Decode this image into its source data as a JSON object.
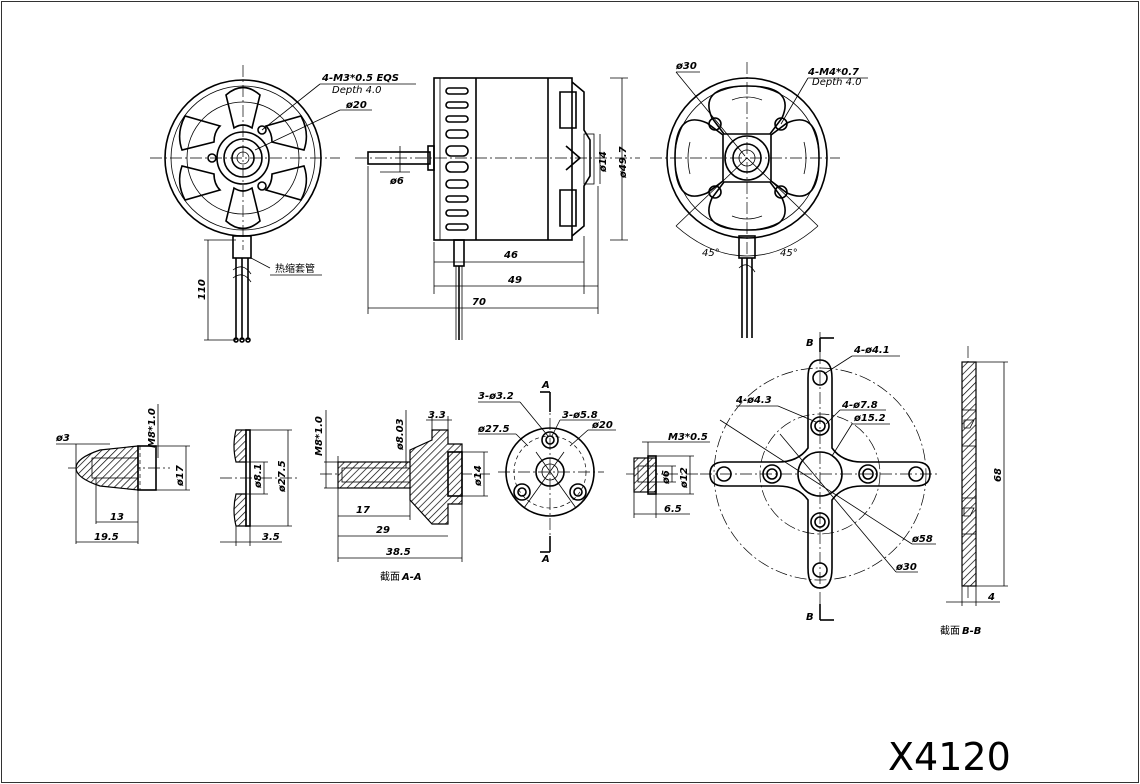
{
  "title": "X4120",
  "front_view": {
    "thread_note": "4-M3*0.5 EQS",
    "depth_note": "Depth 4.0",
    "pcd": "ø20",
    "lead_length": "110",
    "sleeve_label": "热缩套管"
  },
  "side_view": {
    "shaft_dia": "ø6",
    "hub_dia": "ø14",
    "body_dia": "ø49.7",
    "len_46": "46",
    "len_49": "49",
    "len_70": "70"
  },
  "rear_view": {
    "pcd": "ø30",
    "thread_note": "4-M4*0.7",
    "depth_note": "Depth 4.0",
    "angle_left": "45°",
    "angle_right": "45°"
  },
  "spinner": {
    "thread": "M8*1.0",
    "tip_dia": "ø3",
    "dia": "ø17",
    "len_13": "13",
    "len_19_5": "19.5"
  },
  "washer": {
    "bore": "ø8.1",
    "dia": "ø27.5",
    "thick": "3.5"
  },
  "adapter_section": {
    "thread": "M8*1.0",
    "bore": "ø8.03",
    "step": "3.3",
    "hub": "ø14",
    "len_17": "17",
    "len_29": "29",
    "len_38_5": "38.5",
    "caption_cn": "截面",
    "caption_sec": "A-A"
  },
  "adapter_face": {
    "holes": "3-ø3.2",
    "countersink": "3-ø5.8",
    "pcd": "ø27.5",
    "inner": "ø20",
    "sec_label_top": "A",
    "sec_label_bottom": "A"
  },
  "set_screw": {
    "thread": "M3*0.5",
    "dia_small": "ø6",
    "dia_large": "ø12",
    "len": "6.5"
  },
  "cross_mount": {
    "outer_holes": "4-ø4.1",
    "inner_holes": "4-ø4.3",
    "center_hole": "4-ø7.8",
    "center_dia": "ø15.2",
    "pcd_outer": "ø58",
    "pcd_inner": "ø30",
    "sec_label_top": "B",
    "sec_label_bottom": "B"
  },
  "mount_section": {
    "height": "68",
    "thick": "4",
    "caption_cn": "截面",
    "caption_sec": "B-B"
  }
}
